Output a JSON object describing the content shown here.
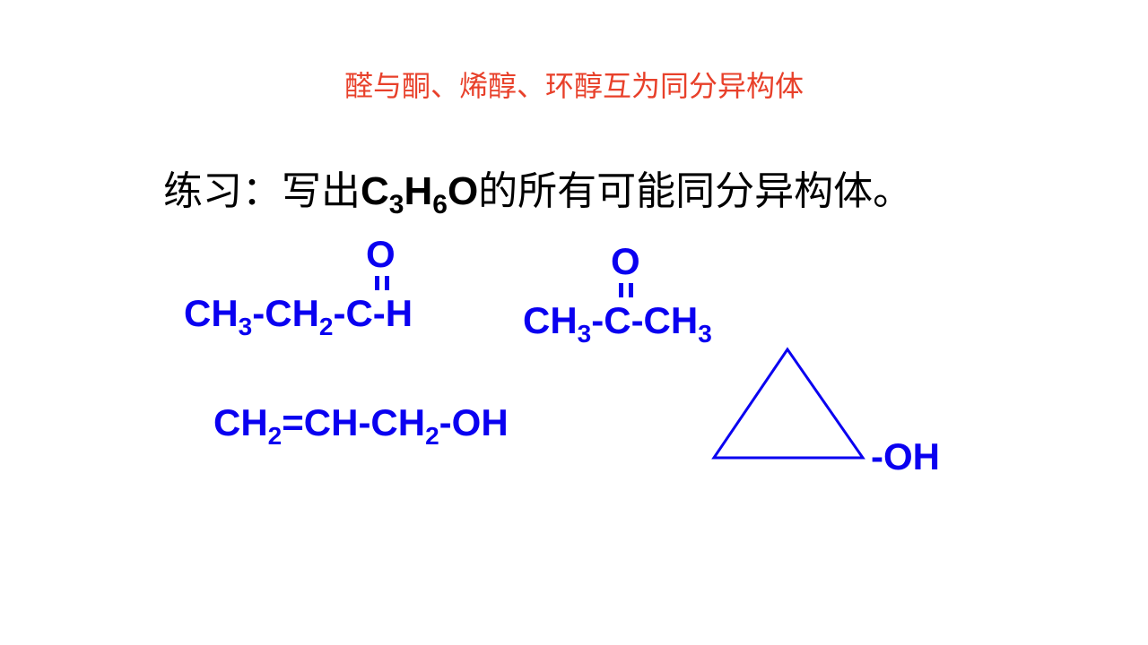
{
  "slide": {
    "title": "醛与酮、烯醇、环醇互为同分异构体",
    "exercise": {
      "prefix": "练习：写出",
      "formula": {
        "c": "C",
        "c_sub": "3",
        "h": "H",
        "h_sub": "6",
        "o": "O"
      },
      "suffix": "的所有可能同分异构体。"
    }
  },
  "structures": {
    "propanal": {
      "o": "O",
      "parts": [
        "CH",
        "3",
        "-CH",
        "2",
        "-C-H"
      ]
    },
    "acetone": {
      "o": "O",
      "parts": [
        "CH",
        "3",
        "-C-CH",
        "3"
      ]
    },
    "allyl_alcohol": {
      "parts": [
        "CH",
        "2",
        "=CH-CH",
        "2",
        "-OH"
      ]
    },
    "cyclopropanol": {
      "oh": "-OH"
    }
  },
  "colors": {
    "title": "#E8402A",
    "structure": "#0A00F0",
    "text": "#000000"
  }
}
